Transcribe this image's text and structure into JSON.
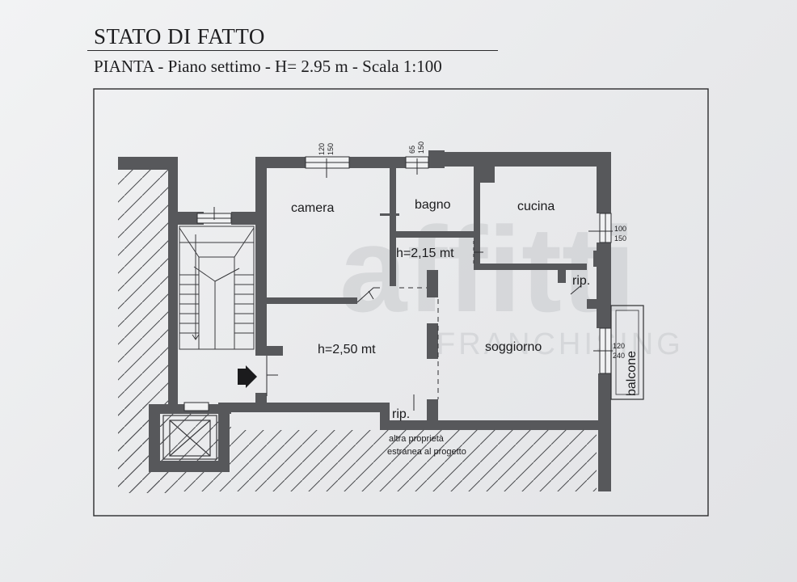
{
  "header": {
    "title": "STATO DI FATTO",
    "subtitle": "PIANTA - Piano settimo - H= 2.95 m - Scala 1:100"
  },
  "rooms": {
    "camera": "camera",
    "bagno": "bagno",
    "cucina": "cucina",
    "soggiorno": "soggiorno",
    "hall_height": "h=2,50 mt",
    "corridor_height": "h=2,15 mt",
    "rip_top": "rip.",
    "rip_bottom": "rip.",
    "balcony": "balcone",
    "other_property_line1": "altra  proprietà",
    "other_property_line2": "estranea al progetto"
  },
  "windows": {
    "camera": [
      "120",
      "150"
    ],
    "bagno": [
      "65",
      "150"
    ],
    "cucina": [
      "100",
      "150"
    ],
    "soggiorno": [
      "120",
      "240"
    ]
  },
  "watermark": {
    "line1": "affitti",
    "line2": "FRANCHISING"
  },
  "colors": {
    "wall": "#57585b",
    "hatch": "#4a4b4e",
    "paper": "#f0f1f2",
    "ink": "#1b1b1d"
  }
}
